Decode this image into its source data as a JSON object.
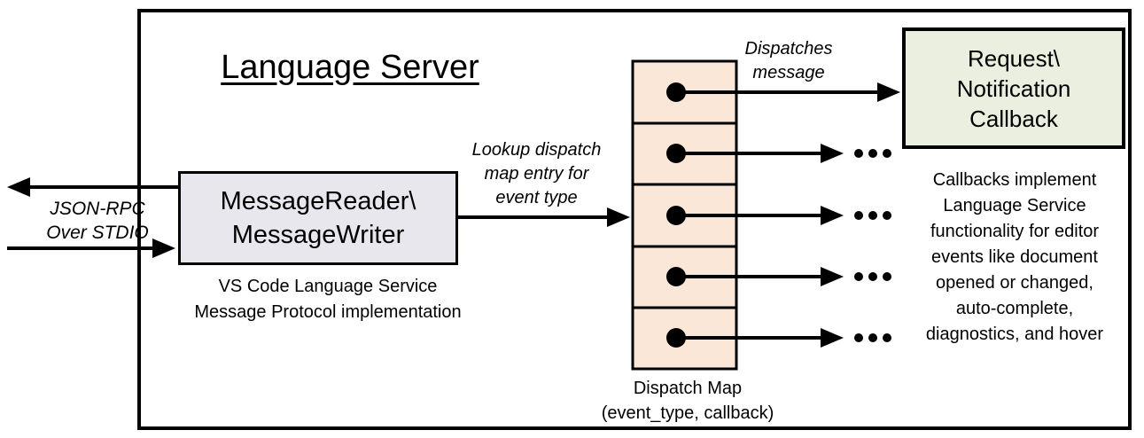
{
  "diagram": {
    "title": "Language Server",
    "io_label": [
      "JSON-RPC",
      "Over STDIO"
    ],
    "message_box": [
      "MessageReader\\",
      "MessageWriter"
    ],
    "message_box_caption": [
      "VS Code Language Service",
      "Message Protocol implementation"
    ],
    "lookup_label": [
      "Lookup dispatch",
      "map entry for",
      "event type"
    ],
    "dispatch_label": [
      "Dispatches",
      "message"
    ],
    "dispatch_map": {
      "cells": 5,
      "caption": [
        "Dispatch Map",
        "(event_type, callback)"
      ]
    },
    "callback_box": [
      "Request\\",
      "Notification",
      "Callback"
    ],
    "callback_caption": [
      "Callbacks implement",
      "Language Service",
      "functionality for editor",
      "events like document",
      "opened or changed,",
      "auto-complete,",
      "diagnostics, and hover"
    ],
    "ellipsis": "...",
    "colors": {
      "stroke": "#000000",
      "message_box_fill": "#e9e7ee",
      "dispatch_map_fill": "#fbe7d8",
      "callback_box_fill": "#eaefdf"
    }
  }
}
